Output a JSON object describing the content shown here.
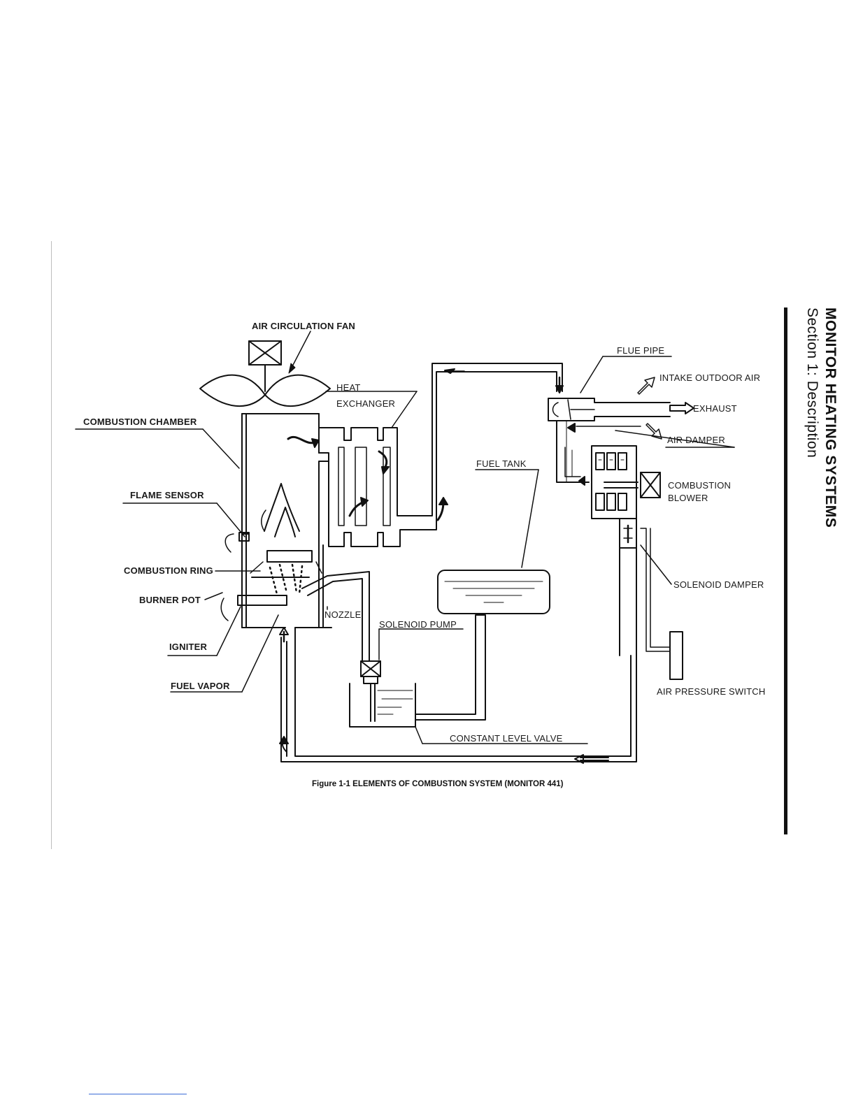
{
  "labels": {
    "air_circulation_fan": "AIR CIRCULATION FAN",
    "heat": "HEAT",
    "exchanger": "EXCHANGER",
    "combustion_chamber": "COMBUSTION CHAMBER",
    "flame_sensor": "FLAME SENSOR",
    "combustion_ring": "COMBUSTION RING",
    "burner_pot": "BURNER POT",
    "igniter": "IGNITER",
    "fuel_vapor": "FUEL VAPOR",
    "nozzle": "NOZZLE",
    "solenoid_pump": "SOLENOID  PUMP",
    "fuel_tank": "FUEL TANK",
    "constant_level_valve": "CONSTANT LEVEL VALVE",
    "flue_pipe": "FLUE PIPE",
    "intake_outdoor_air": "INTAKE OUTDOOR AIR",
    "exhaust": "EXHAUST",
    "air_damper": "AIR DAMPER",
    "combustion": "COMBUSTION",
    "blower": "BLOWER",
    "solenoid_damper": "SOLENOID DAMPER",
    "air_pressure_switch": "AIR PRESSURE SWITCH"
  },
  "caption": "Figure 1-1 ELEMENTS OF COMBUSTION SYSTEM (MONITOR 441)",
  "side_header": {
    "title": "MONITOR HEATING SYSTEMS",
    "subtitle": "Section 1: Description"
  }
}
